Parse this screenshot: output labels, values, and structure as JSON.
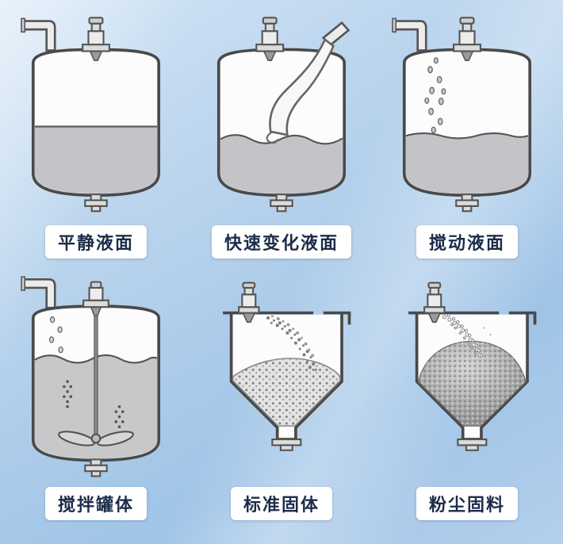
{
  "page": {
    "background_top_color": "#d3e5f6",
    "background_bottom_color": "#a0c4e7",
    "label_text_color": "#1c2c49",
    "label_background_color": "#ffffff",
    "liquid_color": "#c4c4c8",
    "outline_color": "#4a4a4a"
  },
  "cells": [
    {
      "id": "calm-liquid",
      "icon": "calm-liquid-tank-icon",
      "label": "平静液面"
    },
    {
      "id": "fast-changing-liquid",
      "icon": "fast-changing-liquid-tank-icon",
      "label": "快速变化液面"
    },
    {
      "id": "agitated-liquid",
      "icon": "agitated-liquid-tank-icon",
      "label": "搅动液面"
    },
    {
      "id": "stirred-tank",
      "icon": "stirred-tank-icon",
      "label": "搅拌罐体"
    },
    {
      "id": "standard-solids",
      "icon": "standard-solids-silo-icon",
      "label": "标准固体"
    },
    {
      "id": "dust-solids",
      "icon": "dusty-solids-silo-icon",
      "label": "粉尘固料"
    }
  ]
}
